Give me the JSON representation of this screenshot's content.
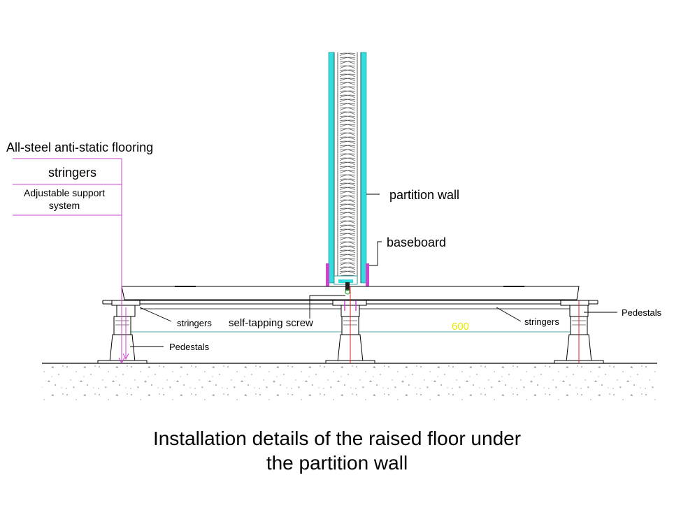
{
  "legend": {
    "heading": "All-steel anti-static flooring",
    "row1": "stringers",
    "row2_line1": "Adjustable support",
    "row2_line2": "system",
    "accent_color": "#cc44cc"
  },
  "labels": {
    "partition_wall": "partition wall",
    "baseboard": "baseboard",
    "self_tapping_screw": "self-tapping screw",
    "stringers_left": "stringers",
    "stringers_right": "stringers",
    "pedestals_left": "Pedestals",
    "pedestals_right": "Pedestals",
    "dimension": "600"
  },
  "caption": {
    "line1": "Installation details of the raised floor under",
    "line2": "the partition wall"
  },
  "colors": {
    "wall_fill": "#33dddd",
    "dimension_text": "#e8e800",
    "red_line": "#e02020",
    "magenta": "#cc44cc",
    "concrete": "#999999"
  }
}
